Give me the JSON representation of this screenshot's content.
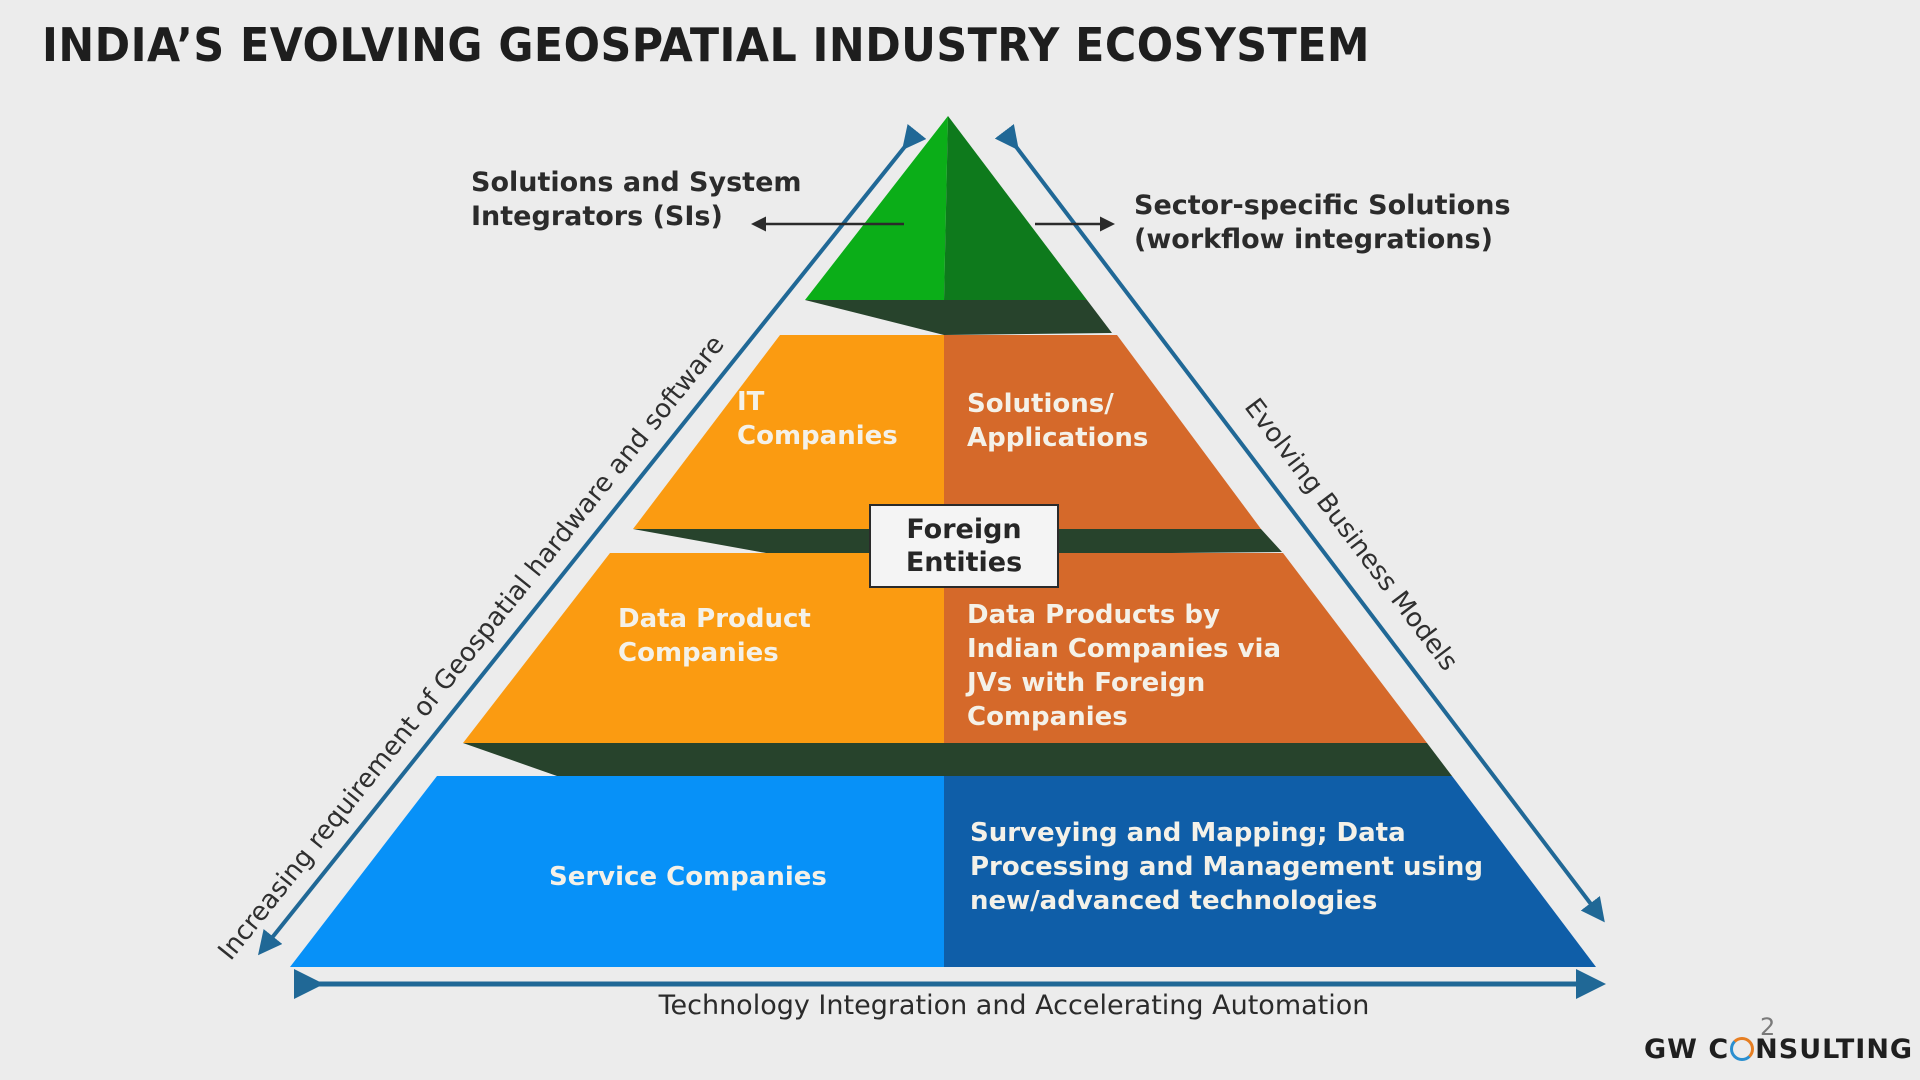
{
  "title": "INDIA’S EVOLVING GEOSPATIAL INDUSTRY ECOSYSTEM",
  "colors": {
    "background": "#ececec",
    "green_light": "#0bae18",
    "green_dark": "#0e7a1c",
    "shadow": "#27432c",
    "orange_light": "#fb9b11",
    "orange_dark": "#d5692a",
    "blue_light": "#0791f8",
    "blue_dark": "#0f5ea8",
    "arrow_blue": "#206896"
  },
  "top_tier": {
    "left_callout": {
      "line1": "Solutions and System",
      "line2": "Integrators (SIs)"
    },
    "right_callout": {
      "line1": "Sector-specific Solutions",
      "line2": "(workflow integrations)"
    }
  },
  "tiers": [
    {
      "left": {
        "line1": "IT",
        "line2": "Companies"
      },
      "right": {
        "line1": "Solutions/",
        "line2": "Applications"
      }
    },
    {
      "left": {
        "line1": "Data Product",
        "line2": "Companies"
      },
      "right": {
        "line1": "Data Products by",
        "line2": "Indian Companies via",
        "line3": "JVs with Foreign",
        "line4": "Companies"
      }
    },
    {
      "left": {
        "line1": "Service Companies"
      },
      "right": {
        "line1": "Surveying and Mapping; Data",
        "line2": "Processing and Management using",
        "line3": "new/advanced technologies"
      }
    }
  ],
  "foreign_entities": {
    "line1": "Foreign",
    "line2": "Entities"
  },
  "axes": {
    "left": "Increasing requirement of Geospatial hardware and software",
    "right": "Evolving Business Models",
    "bottom": "Technology Integration and Accelerating Automation"
  },
  "footer": {
    "page_number": "2",
    "logo_pre": "GW C",
    "logo_post": "NSULTING"
  }
}
